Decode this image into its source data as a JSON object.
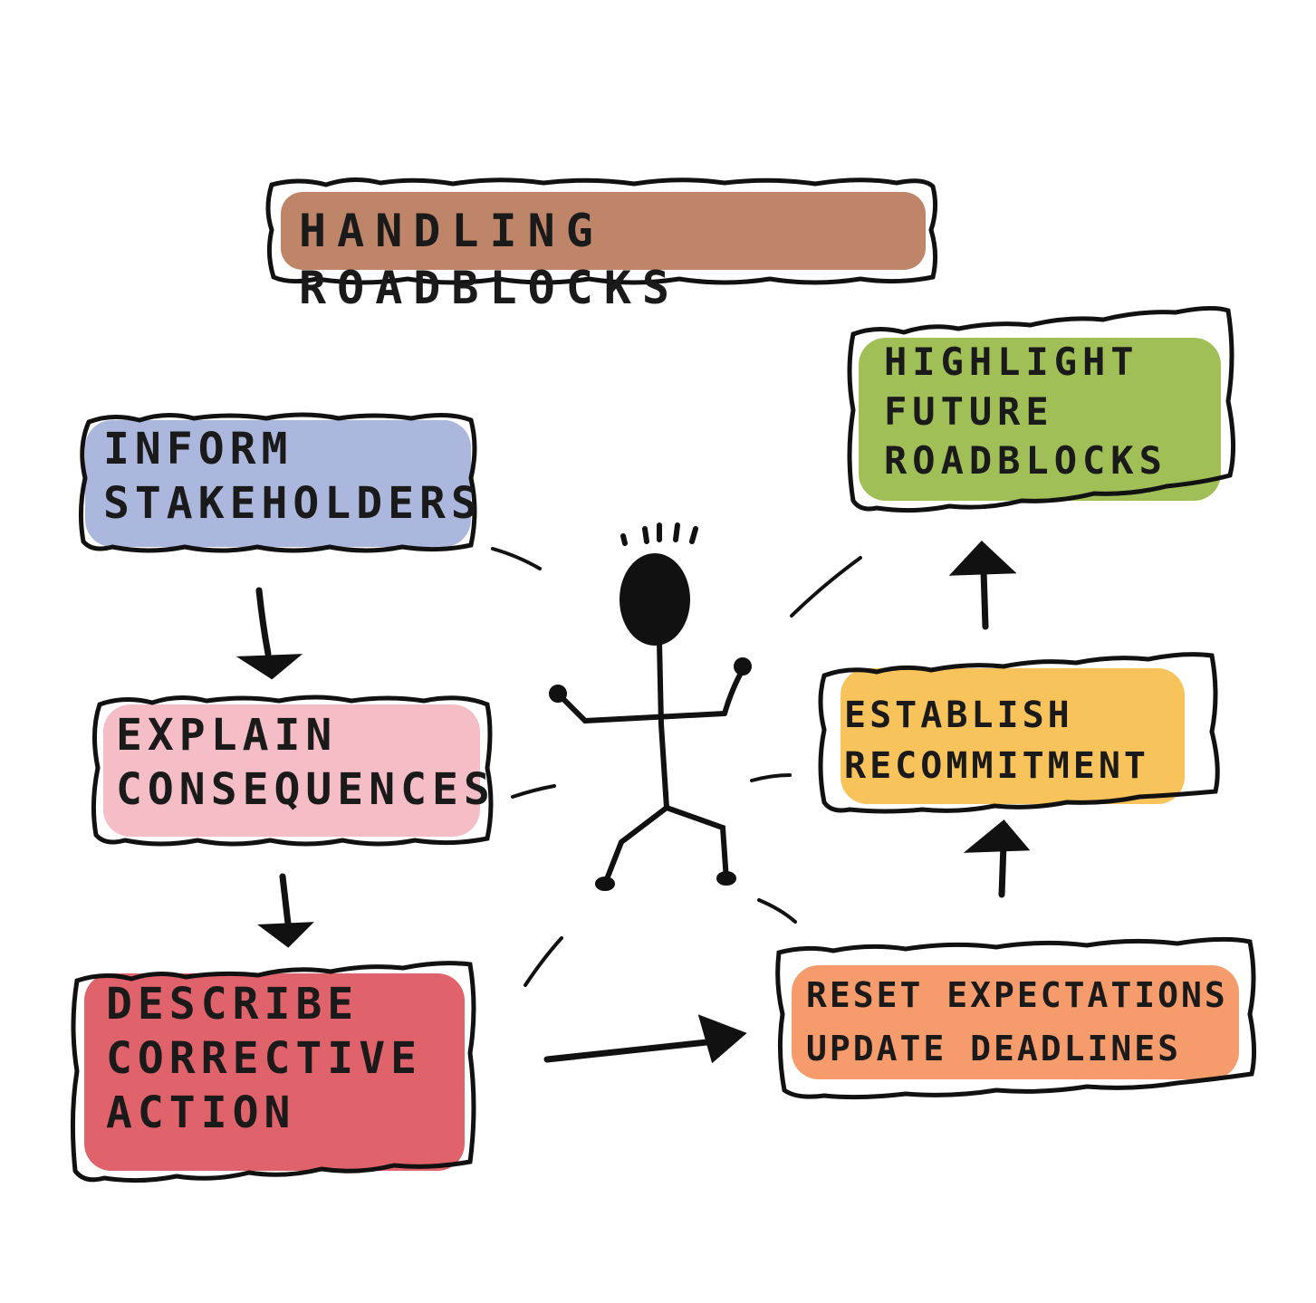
{
  "title": "Handling Roadblocks",
  "steps": {
    "inform": {
      "text": "Inform\nStakeholders",
      "color": "#8f9fd0"
    },
    "explain": {
      "text": "Explain\nConsequences",
      "color": "#f2aab6"
    },
    "describe": {
      "text": "Describe\nCorrective\nAction",
      "color": "#d9404a"
    },
    "reset": {
      "text": "Reset Expectations\nUpdate Deadlines",
      "color": "#f58b52"
    },
    "establish": {
      "text": "Establish\nRecommitment",
      "color": "#f7b83d"
    },
    "highlight": {
      "text": "Highlight\nFuture\nRoadblocks",
      "color": "#8fb43a"
    }
  },
  "colors": {
    "title_fill": "#b06a48",
    "ink": "#111111"
  }
}
